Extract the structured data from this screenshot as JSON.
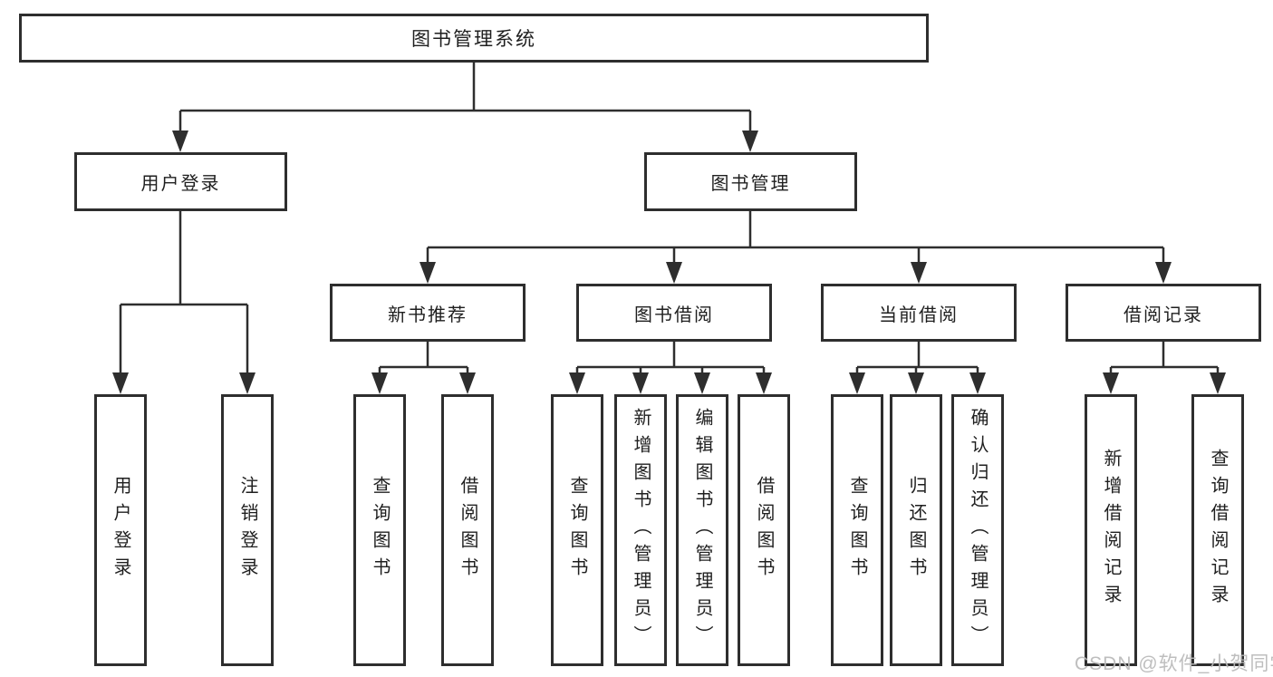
{
  "diagram": {
    "type": "tree",
    "title": "图书管理系统",
    "nodes": {
      "root": {
        "label": "图书管理系统",
        "level": 1
      },
      "user_login": {
        "label": "用户登录",
        "level": 2
      },
      "book_mgmt": {
        "label": "图书管理",
        "level": 2
      },
      "new_book_rec": {
        "label": "新书推荐",
        "level": 3
      },
      "book_borrow": {
        "label": "图书借阅",
        "level": 3
      },
      "current_borrow": {
        "label": "当前借阅",
        "level": 3
      },
      "borrow_records": {
        "label": "借阅记录",
        "level": 3
      },
      "ul_login": {
        "label": "用户登录",
        "level": 4
      },
      "ul_logout": {
        "label": "注销登录",
        "level": 4
      },
      "nb_query": {
        "label": "查询图书",
        "level": 4
      },
      "nb_borrow": {
        "label": "借阅图书",
        "level": 4
      },
      "bb_query": {
        "label": "查询图书",
        "level": 4
      },
      "bb_add": {
        "label": "新增图书（管理员）",
        "level": 4
      },
      "bb_edit": {
        "label": "编辑图书（管理员）",
        "level": 4
      },
      "bb_borrow": {
        "label": "借阅图书",
        "level": 4
      },
      "cb_query": {
        "label": "查询图书",
        "level": 4
      },
      "cb_return": {
        "label": "归还图书",
        "level": 4
      },
      "cb_confirm": {
        "label": "确认归还（管理员）",
        "level": 4
      },
      "br_add": {
        "label": "新增借阅记录",
        "level": 4
      },
      "br_query": {
        "label": "查询借阅记录",
        "level": 4
      }
    },
    "edges": [
      [
        "root",
        "user_login"
      ],
      [
        "root",
        "book_mgmt"
      ],
      [
        "user_login",
        "ul_login"
      ],
      [
        "user_login",
        "ul_logout"
      ],
      [
        "book_mgmt",
        "new_book_rec"
      ],
      [
        "book_mgmt",
        "book_borrow"
      ],
      [
        "book_mgmt",
        "current_borrow"
      ],
      [
        "book_mgmt",
        "borrow_records"
      ],
      [
        "new_book_rec",
        "nb_query"
      ],
      [
        "new_book_rec",
        "nb_borrow"
      ],
      [
        "book_borrow",
        "bb_query"
      ],
      [
        "book_borrow",
        "bb_add"
      ],
      [
        "book_borrow",
        "bb_edit"
      ],
      [
        "book_borrow",
        "bb_borrow"
      ],
      [
        "current_borrow",
        "cb_query"
      ],
      [
        "current_borrow",
        "cb_return"
      ],
      [
        "current_borrow",
        "cb_confirm"
      ],
      [
        "borrow_records",
        "br_add"
      ],
      [
        "borrow_records",
        "br_query"
      ]
    ],
    "colors": {
      "line": "#2e2e2e",
      "text": "#1f1f1f",
      "watermark": "#b9b9b9",
      "background": "#ffffff"
    }
  },
  "watermark": "CSDN @软件_小贺同学"
}
